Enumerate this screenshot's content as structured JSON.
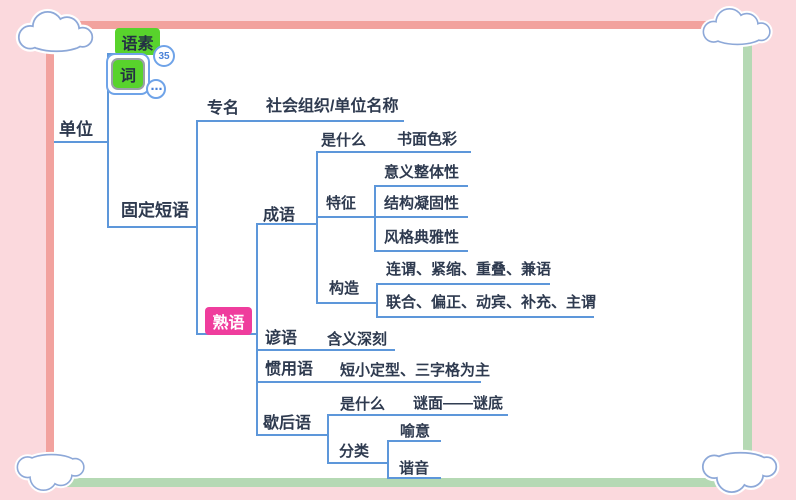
{
  "colors": {
    "background_pink": "#fbd9dd",
    "border_salmon": "#f2a29e",
    "border_green": "#b5d9b4",
    "cloud_outline_blue": "#8da8d8",
    "connector_blue": "#5d97da",
    "node_green": "#58d32c",
    "node_magenta": "#ef3d9d",
    "text_dark": "#2e3a4f"
  },
  "badges": {
    "morpheme_count": "35",
    "word_more": "⋯"
  },
  "mindmap": {
    "unit": "单位",
    "morpheme": "语素",
    "word": "词",
    "fixed_phrase": "固定短语",
    "proper_name": "专名",
    "proper_name_note": "社会组织/单位名称",
    "shuyu": "熟语",
    "chengyu": "成语",
    "chengyu_what": "是什么",
    "chengyu_what_note": "书面色彩",
    "features": "特征",
    "feature_integrity": "意义整体性",
    "feature_fixed": "结构凝固性",
    "feature_elegant": "风格典雅性",
    "structure": "构造",
    "structure_row1": "连谓、紧缩、重叠、兼语",
    "structure_row2": "联合、偏正、动宾、补充、主谓",
    "yanyu": "谚语",
    "yanyu_note": "含义深刻",
    "guanyongyu": "惯用语",
    "guanyongyu_note": "短小定型、三字格为主",
    "xiehouyu": "歇后语",
    "xiehouyu_what": "是什么",
    "xiehouyu_what_note": "谜面——谜底",
    "xiehouyu_class": "分类",
    "class_metaphor": "喻意",
    "class_homophone": "谐音"
  }
}
